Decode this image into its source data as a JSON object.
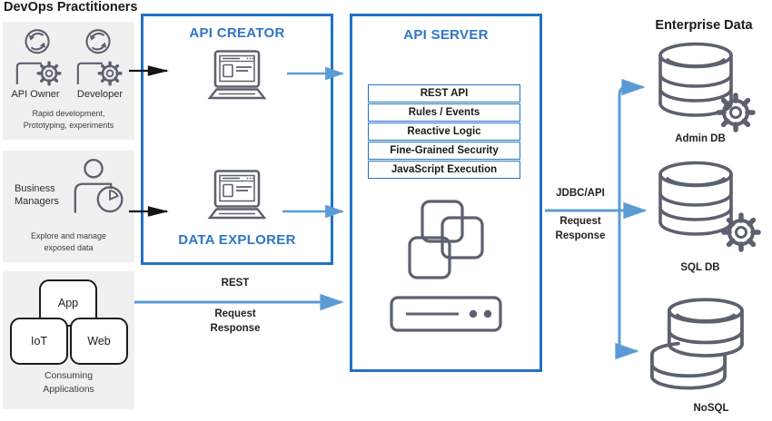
{
  "devops": {
    "title": "DevOps Practitioners",
    "roles": [
      "API Owner",
      "Developer"
    ],
    "description": "Rapid development, Prototyping, experiments"
  },
  "business": {
    "title": "Business Managers",
    "description": "Explore and manage exposed data"
  },
  "consuming": {
    "blocks": [
      "App",
      "IoT",
      "Web"
    ],
    "label": "Consuming Applications"
  },
  "creator_box": {
    "api_creator_title": "API CREATOR",
    "data_explorer_title": "DATA EXPLORER"
  },
  "api_server": {
    "title": "API SERVER",
    "features": [
      "REST API",
      "Rules / Events",
      "Reactive Logic",
      "Fine-Grained Security",
      "JavaScript Execution"
    ]
  },
  "enterprise": {
    "title": "Enterprise Data",
    "databases": [
      "Admin DB",
      "SQL DB",
      "NoSQL"
    ]
  },
  "connectors": {
    "rest": {
      "protocol": "REST",
      "request": "Request",
      "response": "Response"
    },
    "jdbc": {
      "protocol": "JDBC/API",
      "request": "Request",
      "response": "Response"
    }
  },
  "icons": {
    "cycle_gear": "circular-arrows-with-gear",
    "person_chart": "person-with-pie-chart",
    "laptop": "laptop-with-browser",
    "stack_server": "overlapping-squares-over-server",
    "database": "database-cylinder",
    "database_stack": "stacked-database-cylinders",
    "gear": "gear"
  },
  "colors": {
    "box_border_blue": "#2272c4",
    "title_blue": "#2e76c6",
    "arrow_blue": "#5b9bd5",
    "icon_gray": "#5b616e",
    "panel_gray": "#f0f0f0",
    "black": "#1a1a1a"
  }
}
